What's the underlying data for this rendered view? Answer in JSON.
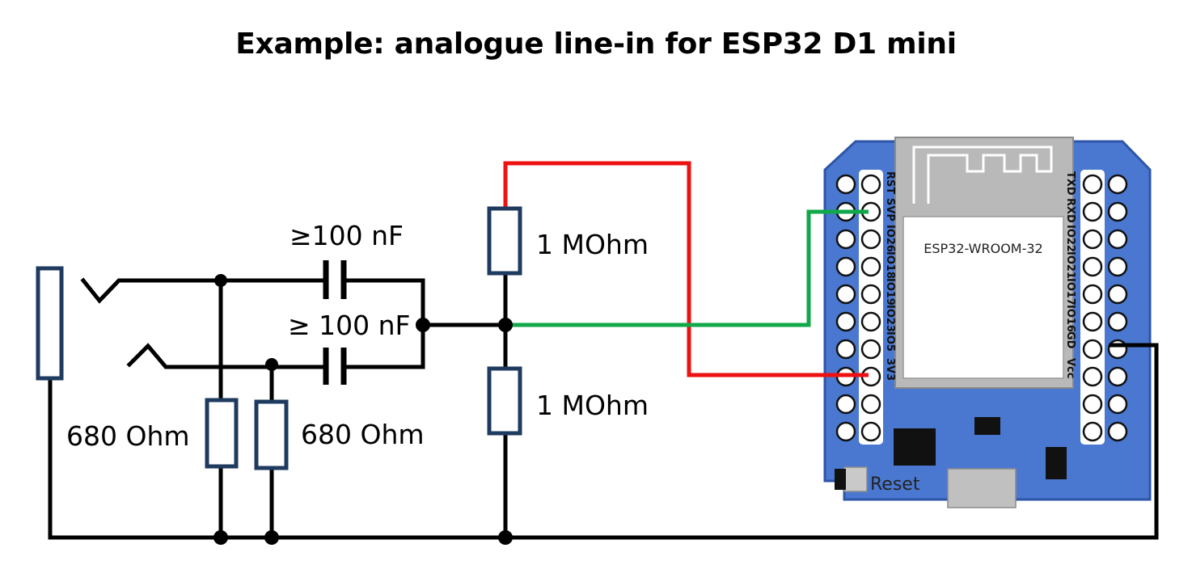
{
  "title": "Example: analogue line-in for ESP32 D1 mini",
  "labels": {
    "cap_top": "≥100 nF",
    "cap_bottom": "≥ 100 nF",
    "r_left": "680 Ohm",
    "r_right": "680 Ohm",
    "r_top": "1 MOhm",
    "r_bottom": "1 MOhm"
  },
  "board": {
    "module_label": "ESP32-WROOM-32",
    "reset_label": "Reset",
    "left_pins": [
      "RST",
      "SVP",
      "IO26",
      "IO18",
      "IO19",
      "IO23",
      "IO5",
      "3V3"
    ],
    "right_pins": [
      "TXD",
      "RXD",
      "IO22",
      "IO21",
      "IO17",
      "IO16",
      "GD",
      "Vcc"
    ]
  },
  "colors": {
    "wire": "#000000",
    "red_wire": "#ee1111",
    "green_wire": "#11a84a",
    "component_outline": "#1f3a5f",
    "board_blue": "#4a78d0",
    "board_edge": "#2d55a8",
    "shield": "#b9b9b9",
    "module": "#ffffff",
    "chip_black": "#111111"
  }
}
